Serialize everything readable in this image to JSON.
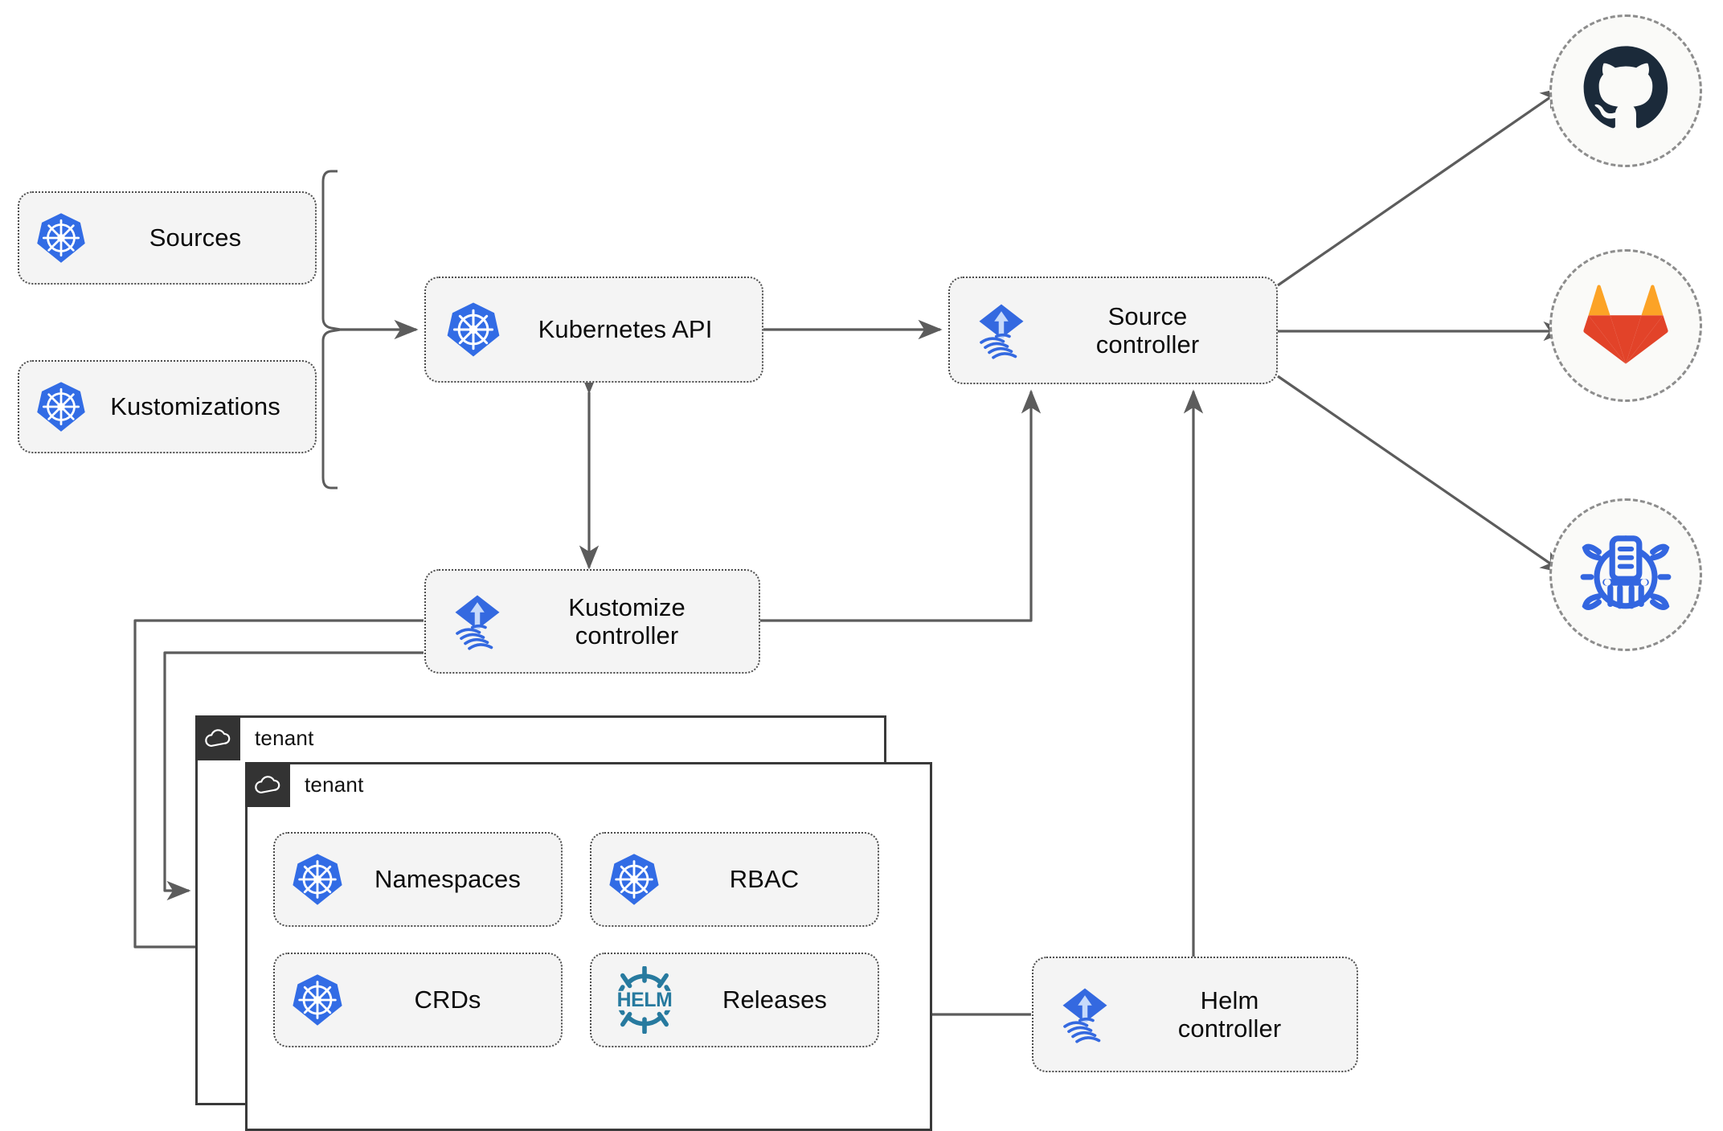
{
  "diagram": {
    "title": "Flux GitOps multi-tenancy architecture",
    "colors": {
      "kubernetes_blue": "#326CE5",
      "flux_blue": "#3469E0",
      "helm_teal": "#277A9F",
      "github_navy": "#1B2A3A",
      "gitlab_orange": "#E24329",
      "gitlab_amber": "#FCA326",
      "harbor_blue": "#3366E0",
      "wire_gray": "#5C5C5C",
      "card_fill": "#F4F4F4",
      "card_border": "#4D4D4D",
      "tenant_header": "#333333"
    },
    "resources": [
      {
        "id": "sources",
        "label": "Sources",
        "icon": "kubernetes-icon"
      },
      {
        "id": "kustomizations",
        "label": "Kustomizations",
        "icon": "kubernetes-icon"
      }
    ],
    "core": [
      {
        "id": "kubernetes-api",
        "label": "Kubernetes API",
        "icon": "kubernetes-icon"
      },
      {
        "id": "source-controller",
        "label": "Source\ncontroller",
        "icon": "flux-icon"
      },
      {
        "id": "kustomize-controller",
        "label": "Kustomize\ncontroller",
        "icon": "flux-icon"
      },
      {
        "id": "helm-controller",
        "label": "Helm\ncontroller",
        "icon": "flux-icon"
      }
    ],
    "providers": [
      {
        "id": "github",
        "icon": "github-icon",
        "name": "GitHub"
      },
      {
        "id": "gitlab",
        "icon": "gitlab-icon",
        "name": "GitLab"
      },
      {
        "id": "harbor",
        "icon": "harbor-icon",
        "name": "Harbor"
      }
    ],
    "tenants": [
      {
        "id": "tenant-back",
        "label": "tenant",
        "icon": "cloud-icon"
      },
      {
        "id": "tenant-front",
        "label": "tenant",
        "icon": "cloud-icon"
      }
    ],
    "tenant_resources": [
      {
        "id": "namespaces",
        "label": "Namespaces",
        "icon": "kubernetes-icon"
      },
      {
        "id": "rbac",
        "label": "RBAC",
        "icon": "kubernetes-icon"
      },
      {
        "id": "crds",
        "label": "CRDs",
        "icon": "kubernetes-icon"
      },
      {
        "id": "releases",
        "label": "Releases",
        "icon": "helm-icon"
      }
    ]
  }
}
